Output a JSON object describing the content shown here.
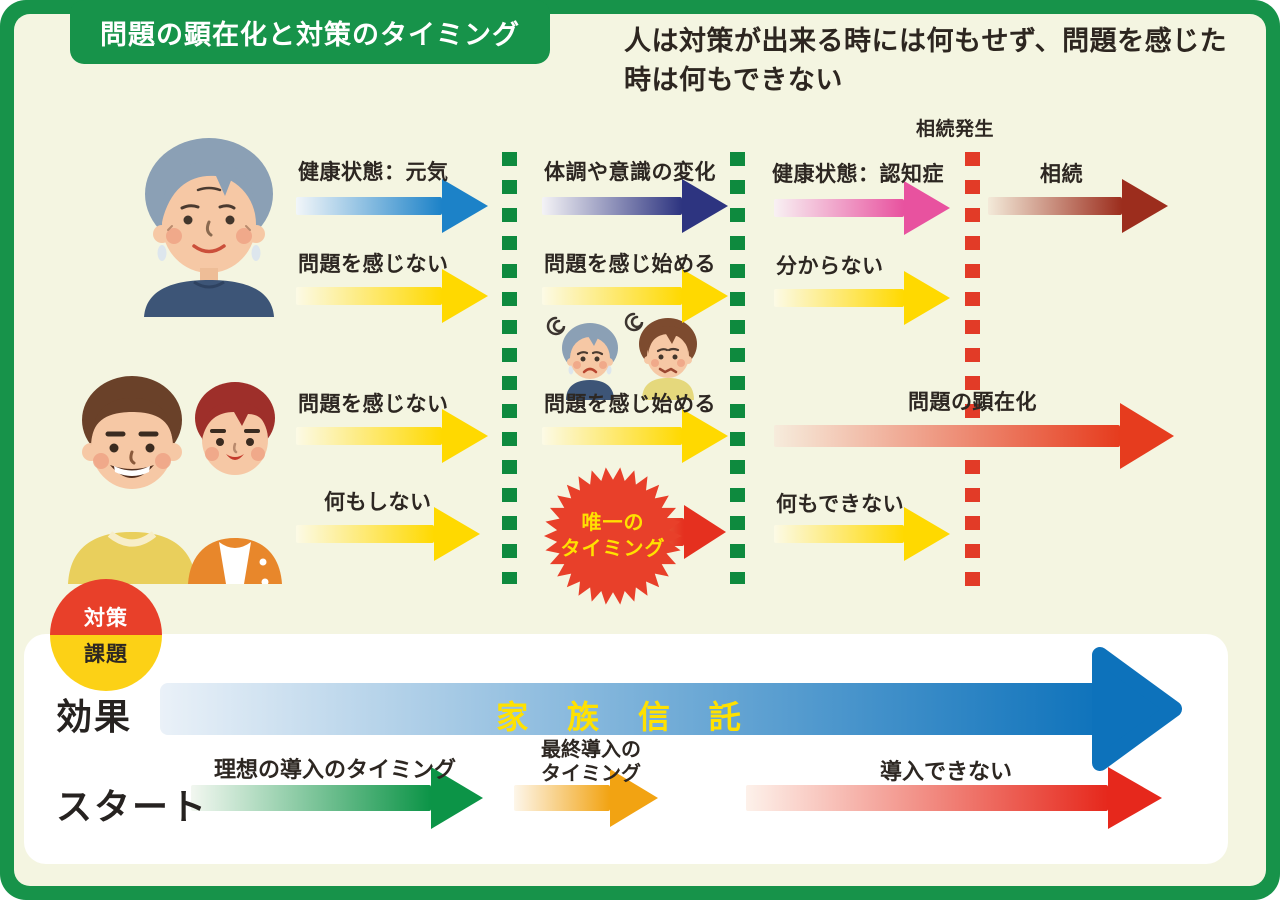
{
  "header": {
    "title": "問題の顕在化と対策のタイミング",
    "subtitle": "人は対策が出来る時には何もせず、問題を感じた\n時は何もできない"
  },
  "timeline": {
    "event_label": "相続発生",
    "row1": {
      "c1": "健康状態：元気",
      "c2": "体調や意識の変化",
      "c3": "健康状態：認知症",
      "c4": "相続"
    },
    "row2": {
      "c1": "問題を感じない",
      "c2": "問題を感じ始める",
      "c3": "分からない"
    },
    "row3": {
      "c1": "問題を感じない",
      "c2": "問題を感じ始める",
      "c3": "問題の顕在化"
    },
    "row4": {
      "c1": "何もしない",
      "burst_line1": "唯一の",
      "burst_line2": "タイミング",
      "c3": "何もできない"
    }
  },
  "bottom": {
    "legend_top": "対策",
    "legend_bottom": "課題",
    "effect_label": "効果",
    "trust_text": "家 族 信 託",
    "start_label": "スタート",
    "ideal_label": "理想の導入のタイミング",
    "final_label": "最終導入の\nタイミング",
    "cannot_label": "導入できない"
  },
  "colors": {
    "frame_green": "#17934a",
    "dash_green": "#0e8a3e",
    "dash_red": "#e23b27",
    "background_cream": "#f4f5e1",
    "arrow_yellow": "#ffd900",
    "arrow_blue": "#1c82c8",
    "arrow_navy": "#2d3480",
    "arrow_pink": "#e8529f",
    "arrow_darkred": "#9c2d1d",
    "arrow_red": "#e5301f",
    "trust_blue": "#0d72bb",
    "start_green": "#0c9447",
    "start_orange": "#f2a312",
    "burst_red": "#e8402a",
    "legend_yellow": "#fcd116",
    "trust_text_yellow": "#ffe100"
  }
}
